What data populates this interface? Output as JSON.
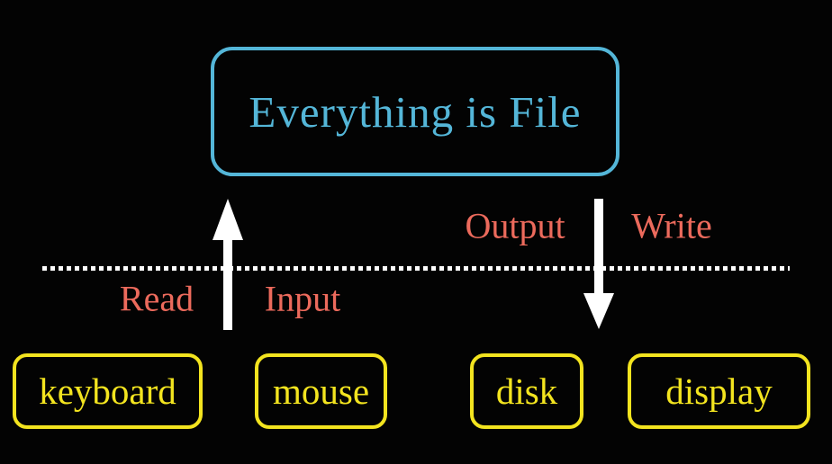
{
  "diagram": {
    "title": "Everything is File",
    "flow_labels": {
      "output": "Output",
      "write": "Write",
      "read": "Read",
      "input": "Input"
    },
    "devices": [
      {
        "label": "keyboard"
      },
      {
        "label": "mouse"
      },
      {
        "label": "disk"
      },
      {
        "label": "display"
      }
    ],
    "icons": {
      "up_arrow": "up-arrow-icon",
      "down_arrow": "down-arrow-icon"
    },
    "colors": {
      "background": "#030303",
      "title_accent": "#54b6d8",
      "flow_label_accent": "#ec6a5c",
      "device_accent": "#f3e41f",
      "line_and_arrows": "#ffffff"
    }
  }
}
